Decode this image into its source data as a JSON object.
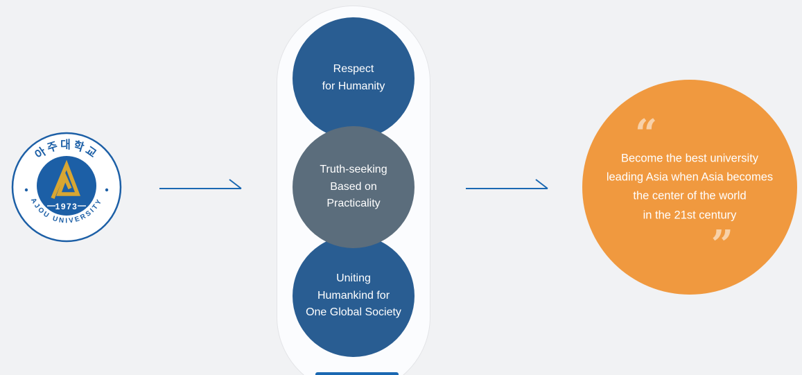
{
  "colors": {
    "page_bg": "#f1f2f4",
    "blue_circle": "#295d92",
    "gray_circle": "#5b6d7c",
    "orange_circle": "#f0993f",
    "arrow": "#1a68b2",
    "logo_blue": "#1c5fa6",
    "logo_gold": "#d8a632"
  },
  "logo": {
    "korean_name": "아주대학교",
    "english_name": "AJOU UNIVERSITY",
    "year": "1973"
  },
  "core_values": {
    "items": [
      {
        "lines": [
          "Respect",
          "for Humanity"
        ]
      },
      {
        "lines": [
          "Truth-seeking",
          "Based on",
          "Practicality"
        ]
      },
      {
        "lines": [
          "Uniting",
          "Humankind for",
          "One Global Society"
        ]
      }
    ]
  },
  "vision": {
    "open_quote": "“",
    "close_quote": "”",
    "lines": [
      "Become the best university",
      "leading Asia when Asia becomes",
      "the center of the world",
      "in the 21st century"
    ]
  }
}
